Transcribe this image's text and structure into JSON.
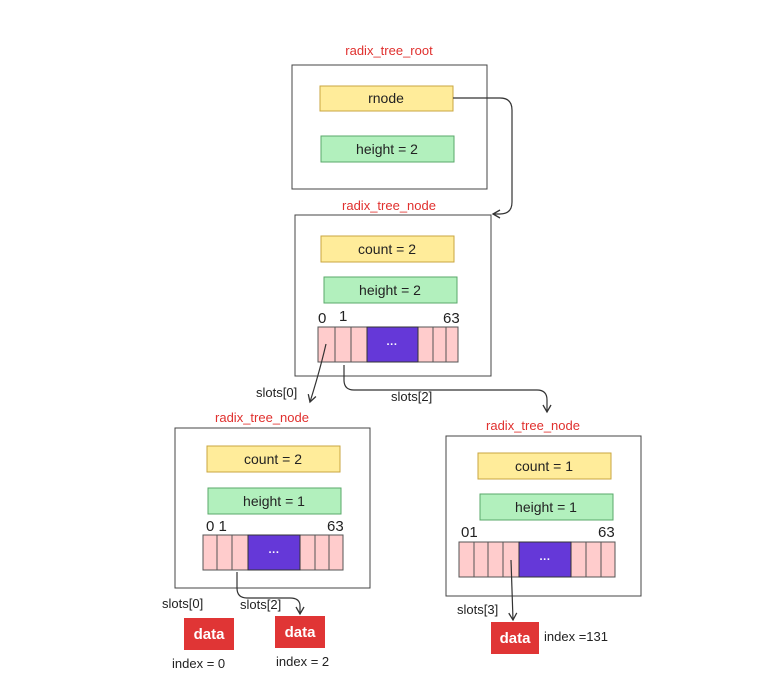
{
  "root": {
    "title": "radix_tree_root",
    "rnode": "rnode",
    "height": "height = 2"
  },
  "node_top": {
    "title": "radix_tree_node",
    "count": "count = 2",
    "height": "height = 2",
    "idx0": "0",
    "idx1": "1",
    "idx63": "63",
    "dots": "···"
  },
  "node_left": {
    "title": "radix_tree_node",
    "count": "count = 2",
    "height": "height = 1",
    "idx01": "0 1",
    "idx63": "63",
    "dots": "···"
  },
  "node_right": {
    "title": "radix_tree_node",
    "count": "count = 1",
    "height": "height = 1",
    "idx01": "01",
    "idx63": "63",
    "dots": "···"
  },
  "labels": {
    "slots0_top": "slots[0]",
    "slots2_top": "slots[2]",
    "slots0_left": "slots[0]",
    "slots2_left": "slots[2]",
    "slots3_right": "slots[3]"
  },
  "data_items": {
    "d1_label": "data",
    "d1_index": "index = 0",
    "d2_label": "data",
    "d2_index": "index = 2",
    "d3_label": "data",
    "d3_index": "index =131"
  },
  "colors": {
    "title_red": "#e0302e",
    "yellow_fill": "#ffec9a",
    "yellow_stroke": "#c9a640",
    "green_fill": "#b2f0bd",
    "green_stroke": "#5aa86a",
    "slot_fill": "#ffcccc",
    "slot_stroke": "#cc8888",
    "purple_fill": "#6538d8",
    "data_red": "#e03535"
  }
}
